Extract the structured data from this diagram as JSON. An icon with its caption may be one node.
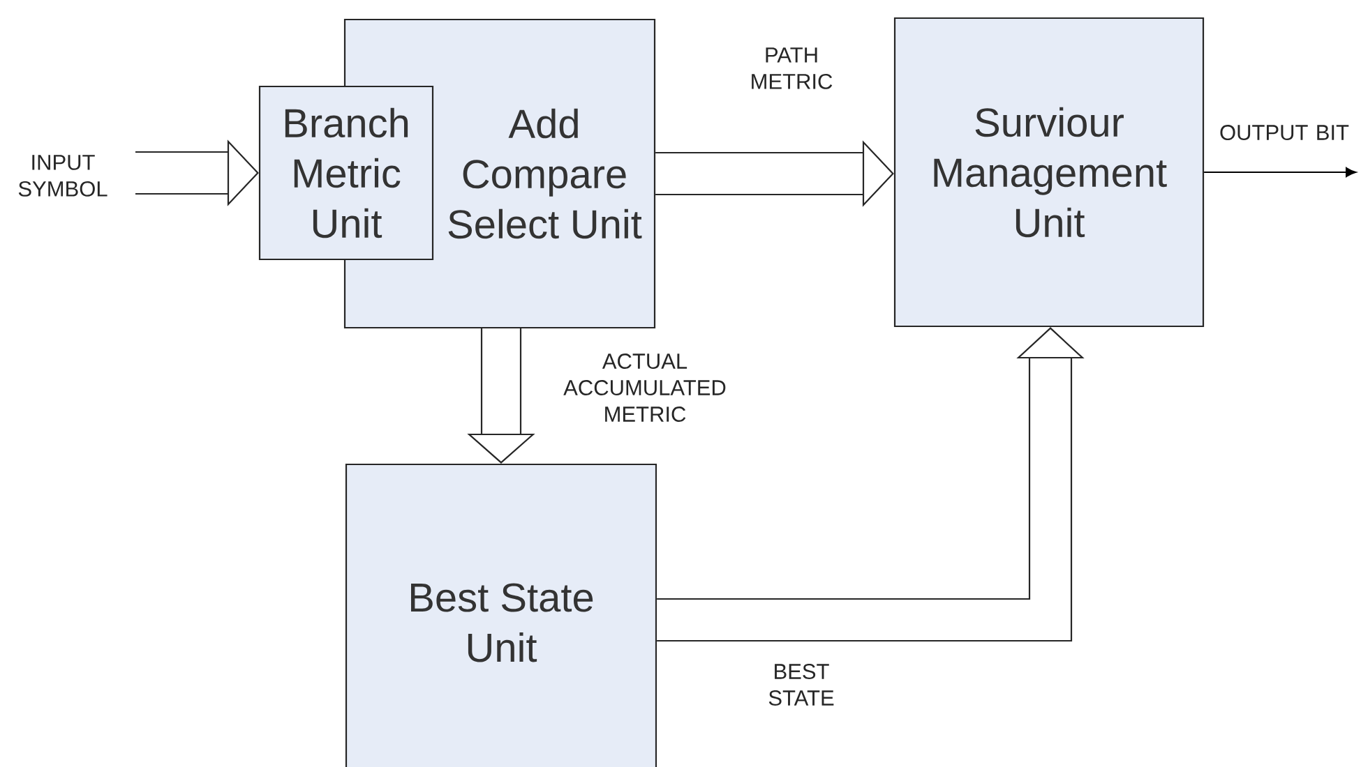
{
  "diagram": {
    "nodes": [
      {
        "text": [
          "Branch Metric Unit"
        ]
      },
      {
        "text": [
          "Add Compare Select Unit"
        ]
      },
      {
        "text": [
          "Surviour Management Unit"
        ]
      },
      {
        "text": [
          "Best State Unit"
        ]
      }
    ],
    "edges": [
      {
        "from": null,
        "to": 0,
        "arrow": "to",
        "label": "INPUT SYMBOL"
      },
      {
        "from": 1,
        "to": 2,
        "arrow": "to",
        "label": "PATH METRIC"
      },
      {
        "from": 1,
        "to": 3,
        "arrow": "to",
        "label": "ACTUAL ACCUMULATED METRIC"
      },
      {
        "from": 3,
        "to": 2,
        "arrow": "to",
        "label": "BEST STATE"
      },
      {
        "from": 2,
        "to": null,
        "arrow": "to",
        "label": "OUTPUT BIT"
      }
    ]
  }
}
